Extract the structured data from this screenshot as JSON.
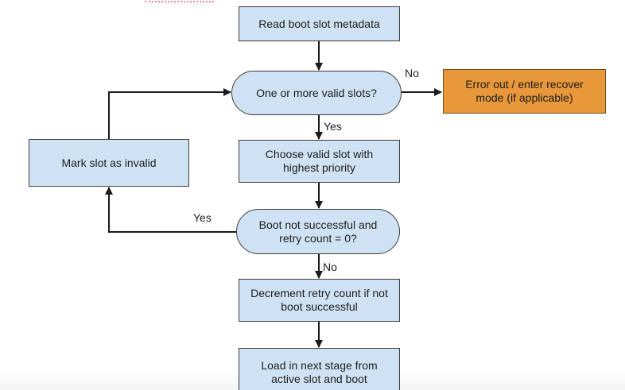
{
  "diagram": {
    "kind": "flowchart",
    "subject": "boot slot selection flow"
  },
  "colors": {
    "process_fill": "#cfe2f3",
    "process_border": "#3b3b3b",
    "error_fill": "#e8973a",
    "error_border": "#6f4f1d",
    "arrow": "#1a1a1a",
    "spellcheck_squiggle": "#e06666",
    "background": "#ffffff"
  },
  "nodes": {
    "read_metadata": {
      "label": "Read boot slot metadata",
      "type": "process"
    },
    "valid_slots": {
      "label": "One or more valid slots?",
      "type": "decision"
    },
    "error_out": {
      "label": "Error out / enter recover mode (if applicable)",
      "type": "error"
    },
    "choose_slot": {
      "label": "Choose valid slot with highest priority",
      "type": "process"
    },
    "mark_invalid": {
      "label": "Mark slot as invalid",
      "type": "process"
    },
    "boot_check": {
      "label": "Boot not successful and retry count = 0?",
      "type": "decision"
    },
    "decrement": {
      "label": "Decrement retry count if not boot successful",
      "type": "process"
    },
    "load_stage": {
      "label": "Load in next stage from active slot and boot",
      "type": "process"
    }
  },
  "edge_labels": {
    "valid_no": "No",
    "valid_yes": "Yes",
    "boot_yes": "Yes",
    "boot_no": "No"
  }
}
